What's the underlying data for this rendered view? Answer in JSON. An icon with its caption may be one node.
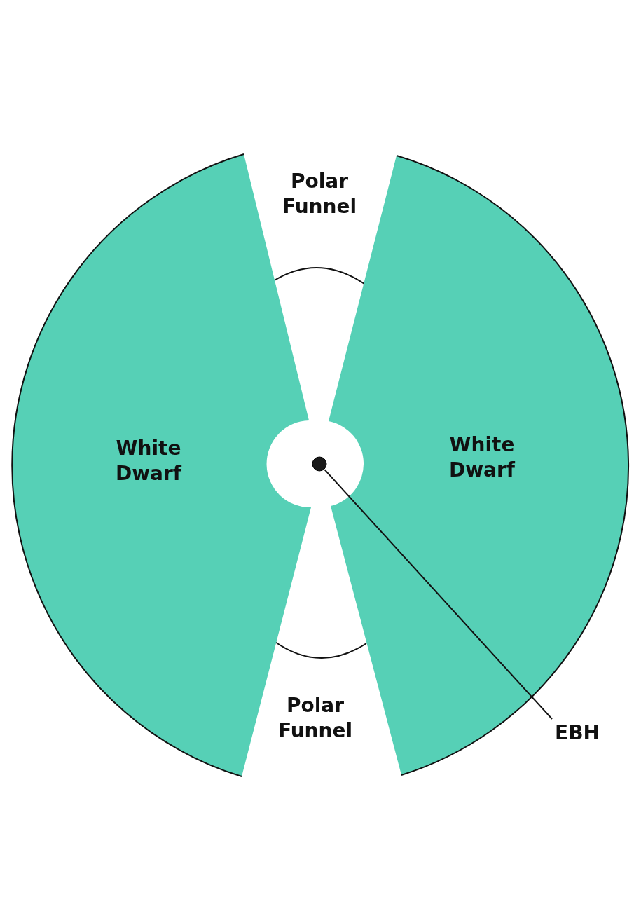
{
  "diagram": {
    "nodes": [
      {
        "text": [
          "White Dwarf"
        ]
      },
      {
        "text": [
          "White Dwarf"
        ]
      },
      {
        "text": [
          "EBH"
        ]
      },
      {
        "text": [],
        "shape": "circle"
      }
    ],
    "edges": [
      {
        "from": 2,
        "to": 3,
        "arrow": "none"
      }
    ],
    "labels": [
      "Polar Funnel",
      "Polar Funnel"
    ]
  }
}
